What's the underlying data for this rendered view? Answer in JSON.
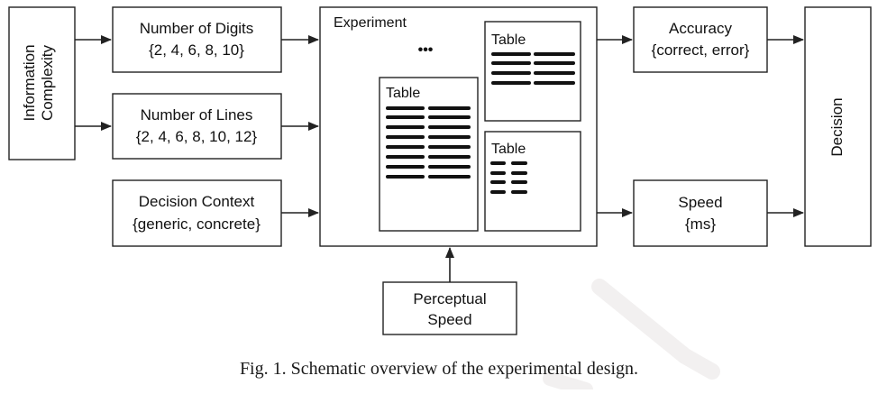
{
  "nodes": {
    "info_complexity": {
      "line1": "Information",
      "line2": "Complexity"
    },
    "digits": {
      "title": "Number of Digits",
      "values": "{2, 4, 6, 8, 10}"
    },
    "lines": {
      "title": "Number of Lines",
      "values": "{2, 4, 6, 8, 10, 12}"
    },
    "context": {
      "title": "Decision Context",
      "values": "{generic, concrete}"
    },
    "experiment": {
      "title": "Experiment",
      "ellipsis": "•••"
    },
    "tables": {
      "large": "Table",
      "top_right": "Table",
      "bottom_right": "Table"
    },
    "perceptual": {
      "line1": "Perceptual",
      "line2": "Speed"
    },
    "accuracy": {
      "title": "Accuracy",
      "values": "{correct, error}"
    },
    "speed": {
      "title": "Speed",
      "values": "{ms}"
    },
    "decision": {
      "label": "Decision"
    }
  },
  "caption": "Fig. 1. Schematic overview of the experimental design.",
  "colors": {
    "ink": "#222222",
    "watermark": "#f0eeee"
  }
}
